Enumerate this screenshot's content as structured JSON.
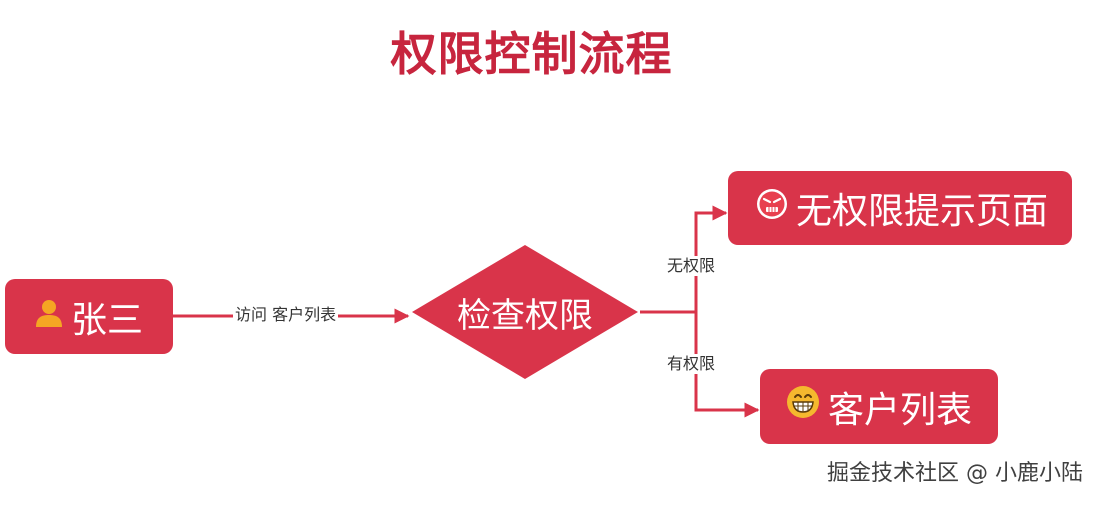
{
  "title": "权限控制流程",
  "nodes": {
    "user": {
      "label": "张三",
      "icon": "user-icon"
    },
    "check": {
      "label": "检查权限"
    },
    "no_permission": {
      "label": "无权限提示页面",
      "icon": "angry-face-icon"
    },
    "customer_list": {
      "label": "客户列表",
      "icon": "grinning-face-icon"
    }
  },
  "edges": {
    "visit": "访问 客户列表",
    "no": "无权限",
    "yes": "有权限"
  },
  "watermark": "掘金技术社区 @ 小鹿小陆",
  "colors": {
    "title": "#c7253e",
    "node_fill": "#d9344a",
    "edge": "#d9344a",
    "icon_yellow": "#f5a623"
  }
}
